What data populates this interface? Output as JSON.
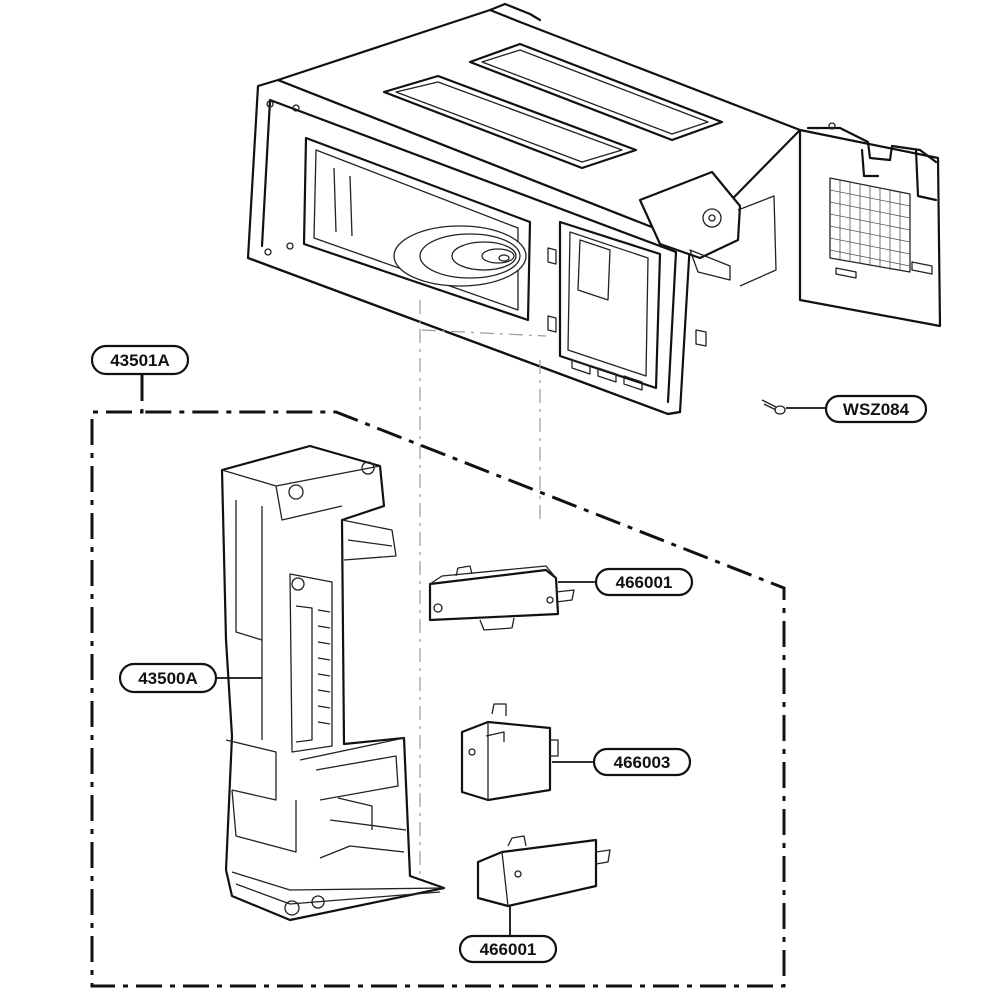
{
  "callouts": {
    "assembly": "43501A",
    "latch_body": "43500A",
    "screw": "WSZ084",
    "switch_top": "466001",
    "switch_mid": "466003",
    "switch_bottom": "466001"
  }
}
